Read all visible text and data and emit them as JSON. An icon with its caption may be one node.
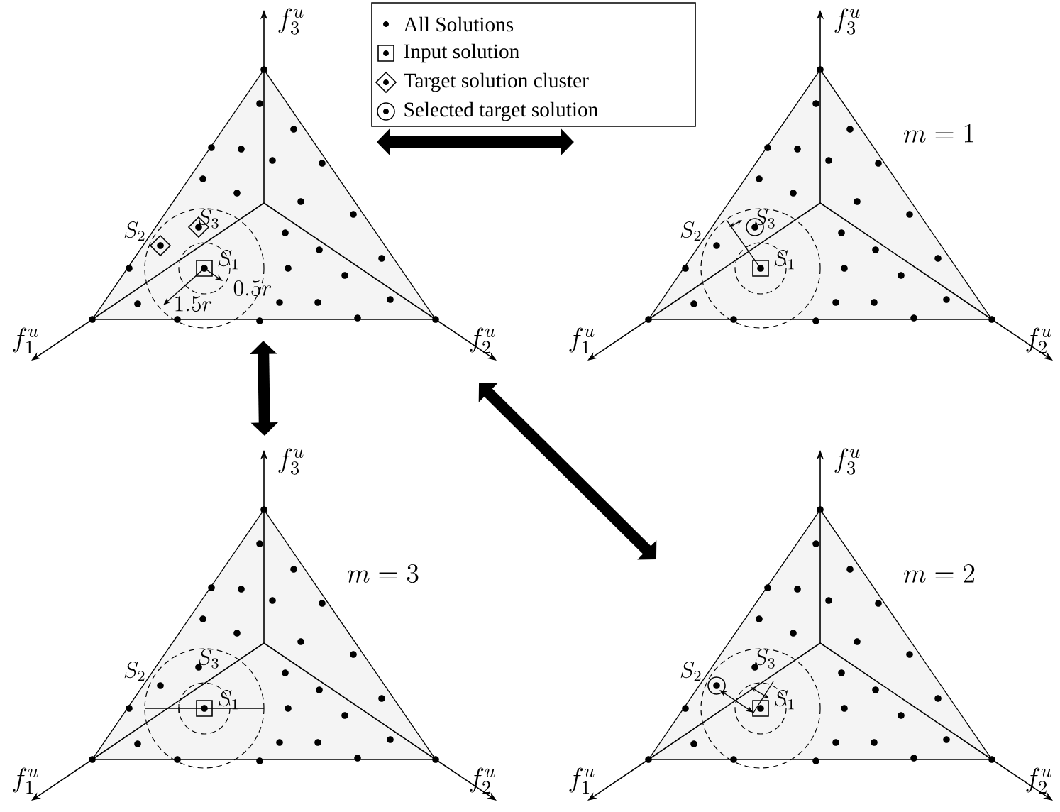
{
  "diagram": {
    "nodes": [
      {
        "text": [
          "f_3^u",
          "S_2",
          "S_3",
          "S_1",
          "0.5r",
          "1.5r",
          "f_1^u",
          "f_2^u"
        ]
      },
      {
        "text": [
          "f_3^u",
          "m = 1",
          "S_2",
          "S_3",
          "S_1",
          "f_1^u",
          "f_2^u"
        ]
      },
      {
        "text": [
          "f_3^u",
          "m = 3",
          "S_2",
          "S_3",
          "S_1",
          "f_1^u",
          "f_2^u"
        ]
      },
      {
        "text": [
          "f_3^u",
          "m = 2",
          "S_2",
          "S_3",
          "S_1",
          "f_1^u",
          "f_2^u"
        ]
      }
    ],
    "edges": [
      {
        "from": 0,
        "to": 1,
        "arrow": "both"
      },
      {
        "from": 0,
        "to": 2,
        "arrow": "both"
      },
      {
        "from": 0,
        "to": 3,
        "arrow": "both"
      }
    ],
    "legend": [
      {
        "text": "All Solutions"
      },
      {
        "text": "Input solution"
      },
      {
        "text": "Target solution cluster"
      },
      {
        "text": "Selected target solution"
      }
    ]
  }
}
